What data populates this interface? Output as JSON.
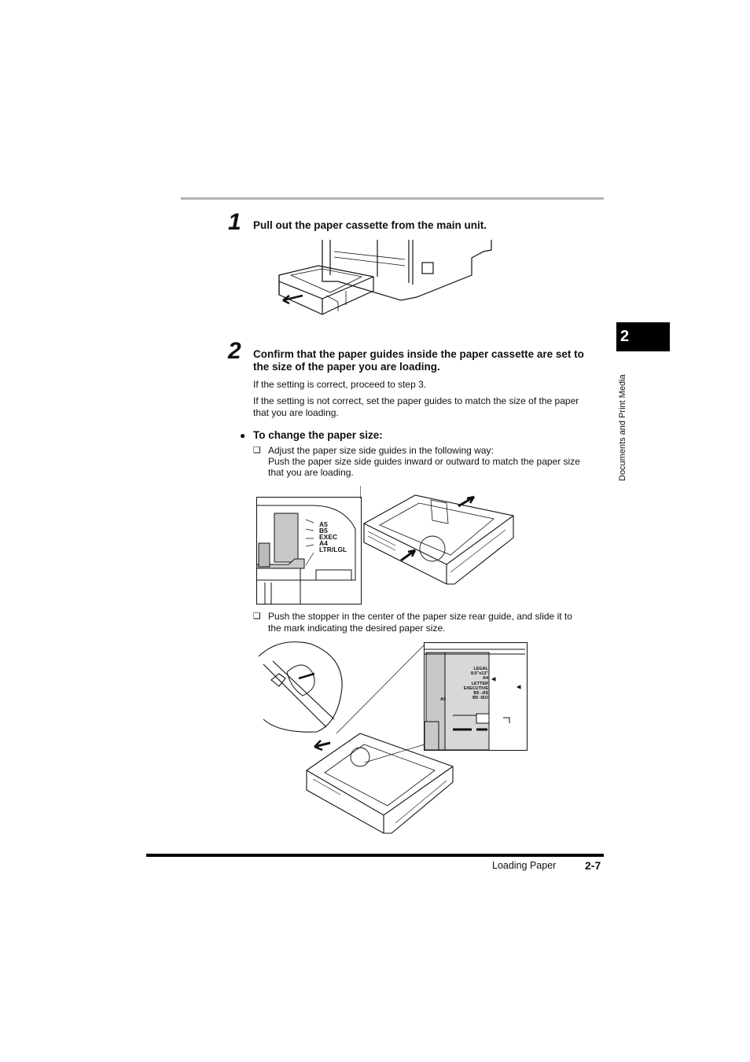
{
  "step1": {
    "number": "1",
    "heading": "Pull out the paper cassette from the main unit."
  },
  "step2": {
    "number": "2",
    "heading_line1": "Confirm that the paper guides inside the paper cassette are set to",
    "heading_line2": "the size of the paper you are loading.",
    "para1": "If the setting is correct, proceed to step 3.",
    "para2_line1": "If the setting is not correct, set the paper guides to match the size of the paper",
    "para2_line2": "that you are loading."
  },
  "change_size": {
    "bullet": "●",
    "heading": "To change the paper size:",
    "box_glyph": "❑",
    "item1_line1": "Adjust the paper size side guides in the following way:",
    "item1_line2": "Push the paper size side guides inward or outward to match the paper size",
    "item1_line3": "that you are loading.",
    "item2_line1": "Push the stopper in the center of the paper size rear guide, and slide it to",
    "item2_line2": "the mark indicating the desired paper size."
  },
  "side_guide_labels": [
    "A5",
    "B5",
    "EXEC",
    "A4",
    "LTR/LGL"
  ],
  "rear_guide_labels": [
    "LEGAL",
    "8.5\"x13\"",
    "A4",
    "LETTER",
    "EXECUTIVE",
    "B5 -JIS",
    "B5 -ISO",
    "A5"
  ],
  "chapter": {
    "number": "2",
    "title": "Documents and Print Media"
  },
  "footer": {
    "title": "Loading Paper",
    "page": "2-7"
  }
}
